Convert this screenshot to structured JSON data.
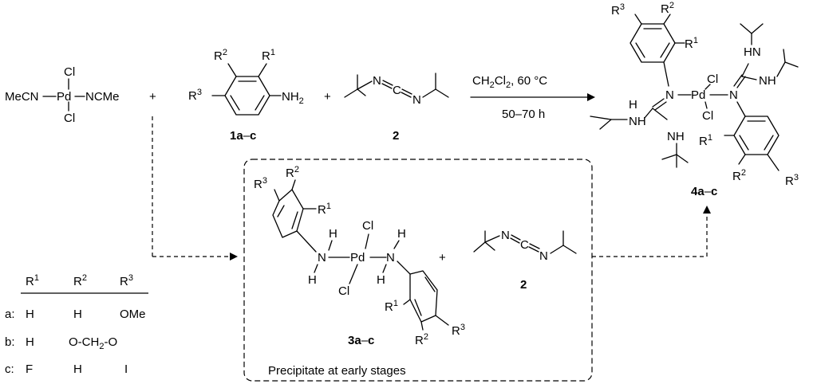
{
  "reactants": {
    "pd_complex": {
      "ligand_left": "MeCN",
      "metal": "Pd",
      "ligand_right": "NCMe",
      "cl_top": "Cl",
      "cl_bottom": "Cl"
    },
    "plus": "+",
    "aniline": {
      "r1": "R",
      "r1_sup": "1",
      "r2": "R",
      "r2_sup": "2",
      "r3": "R",
      "r3_sup": "3",
      "amine": "NH",
      "amine_sub": "2",
      "label_num": "1a",
      "label_dash": "–",
      "label_end": "c"
    },
    "carbodiimide": {
      "n_left": "N",
      "c": "C",
      "n_right": "N",
      "label": "2"
    }
  },
  "conditions": {
    "solvent": "CH",
    "solvent_sub1": "2",
    "solvent_cl": "Cl",
    "solvent_sub2": "2",
    "temperature": ", 60 °C",
    "time": "50–70 h"
  },
  "product": {
    "metal": "Pd",
    "cl_top": "Cl",
    "cl_bottom": "Cl",
    "n_left": "N",
    "n_right": "N",
    "nh_labels": [
      "HN",
      "NH",
      "H",
      "N",
      "NH",
      "HN",
      "NH"
    ],
    "r1": "R",
    "r1_sup": "1",
    "r2": "R",
    "r2_sup": "2",
    "r3": "R",
    "r3_sup": "3",
    "label_num": "4a",
    "label_dash": "–",
    "label_end": "c"
  },
  "intermediate": {
    "metal": "Pd",
    "cl_top": "Cl",
    "cl_bottom": "Cl",
    "n": "N",
    "h": "H",
    "r1": "R",
    "r1_sup": "1",
    "r2": "R",
    "r2_sup": "2",
    "r3": "R",
    "r3_sup": "3",
    "label_num": "3a",
    "label_dash": "–",
    "label_end": "c",
    "plus": "+",
    "carbodiimide_label": "2",
    "box_caption": "Precipitate at early stages"
  },
  "substituent_table": {
    "headers": [
      {
        "base": "R",
        "sup": "1"
      },
      {
        "base": "R",
        "sup": "2"
      },
      {
        "base": "R",
        "sup": "3"
      }
    ],
    "rows": [
      {
        "key": "a:",
        "r1": "H",
        "r2": "H",
        "r3": "OMe"
      },
      {
        "key": "b:",
        "r1": "H",
        "r2": "O-CH",
        "r2_sub": "2",
        "r2_end": "-O",
        "r3": ""
      },
      {
        "key": "c:",
        "r1": "F",
        "r2": "H",
        "r3": "I"
      }
    ]
  }
}
